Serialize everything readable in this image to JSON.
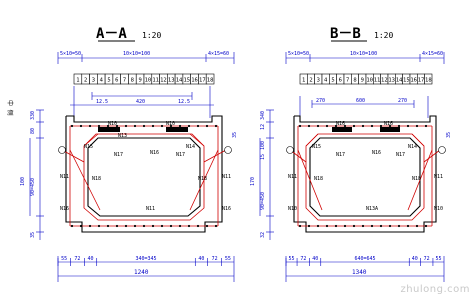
{
  "colors": {
    "concrete": "#000000",
    "rebar": "#d00000",
    "dimension": "#0000c8",
    "title": "#000000",
    "background": "#ffffff"
  },
  "watermark": "zhulong.com",
  "side_text": "中 侧",
  "sections": [
    {
      "id": "A",
      "title": "A－A",
      "scale": "1:20",
      "top_dims": [
        "5×10=50",
        "10×10=100",
        "4×15=60"
      ],
      "bar_numbers": [
        "1",
        "2",
        "3",
        "4",
        "5",
        "6",
        "7",
        "8",
        "9",
        "10",
        "11",
        "12",
        "13",
        "14",
        "15",
        "16",
        "17",
        "18"
      ],
      "bottom_dims": [
        "55",
        "72",
        "40",
        "340=345",
        "40",
        "72",
        "55"
      ],
      "total_width": "1240",
      "left_dims": [
        "330",
        "80",
        "100",
        "90=450",
        "35"
      ],
      "right_dims": [
        "35"
      ],
      "inner_dims": [
        "12.5",
        "420",
        "12.5"
      ],
      "labels": [
        "N10",
        "N10",
        "N17",
        "N16",
        "N17",
        "N15",
        "N14",
        "N11",
        "N11",
        "N16",
        "N16",
        "N11",
        "N18",
        "N18",
        "N13"
      ]
    },
    {
      "id": "B",
      "title": "B－B",
      "scale": "1:20",
      "top_dims": [
        "5×10=50",
        "10×10=100",
        "4×15=60"
      ],
      "bar_numbers": [
        "1",
        "2",
        "3",
        "4",
        "5",
        "6",
        "7",
        "8",
        "9",
        "10",
        "11",
        "12",
        "13",
        "14",
        "15",
        "16",
        "17",
        "18"
      ],
      "bottom_dims": [
        "55",
        "72",
        "40",
        "640=645",
        "40",
        "72",
        "55"
      ],
      "total_width": "1340",
      "left_dims": [
        "340",
        "12",
        "100",
        "15",
        "170",
        "90=450",
        "32"
      ],
      "right_dims": [
        "35"
      ],
      "inner_dims": [
        "270",
        "600",
        "270"
      ],
      "labels": [
        "N16",
        "N16",
        "N17",
        "N16",
        "N17",
        "N15",
        "N14",
        "N11",
        "N11",
        "N10",
        "N10",
        "N13A",
        "N18",
        "N18"
      ]
    }
  ]
}
